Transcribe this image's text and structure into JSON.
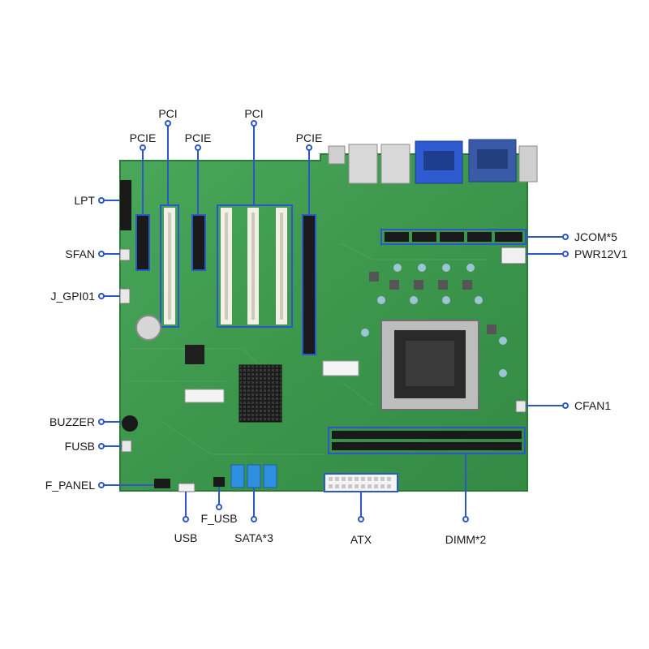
{
  "diagram": {
    "accent_color": "#2b57c9",
    "board_color": "#3d9a4e",
    "callouts": {
      "pci_1": "PCI",
      "pci_2": "PCI",
      "pcie_1": "PCIE",
      "pcie_2": "PCIE",
      "pcie_3": "PCIE",
      "lpt": "LPT",
      "sfan": "SFAN",
      "j_gpi01": "J_GPI01",
      "buzzer": "BUZZER",
      "fusb": "FUSB",
      "f_panel": "F_PANEL",
      "usb": "USB",
      "f_usb": "F_USB",
      "sata": "SATA*3",
      "atx": "ATX",
      "dimm": "DIMM*2",
      "jcom": "JCOM*5",
      "pwr12v1": "PWR12V1",
      "cfan1": "CFAN1"
    }
  }
}
